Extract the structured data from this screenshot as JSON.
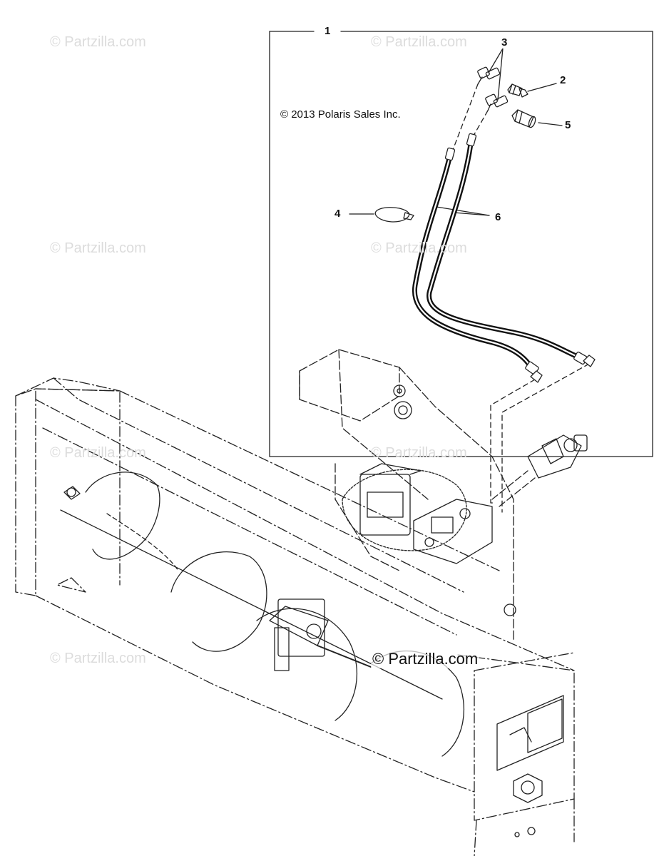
{
  "diagram": {
    "copyright": "© 2013 Polaris Sales Inc.",
    "callouts": {
      "c1": "1",
      "c2": "2",
      "c3": "3",
      "c4": "4",
      "c5": "5",
      "c6": "6"
    },
    "watermark": "© Partzilla.com",
    "watermark_center": "© Partzilla.com",
    "colors": {
      "line": "#222222",
      "hose": "#111111",
      "box": "#333333",
      "watermark": "#dcdcdc"
    }
  }
}
